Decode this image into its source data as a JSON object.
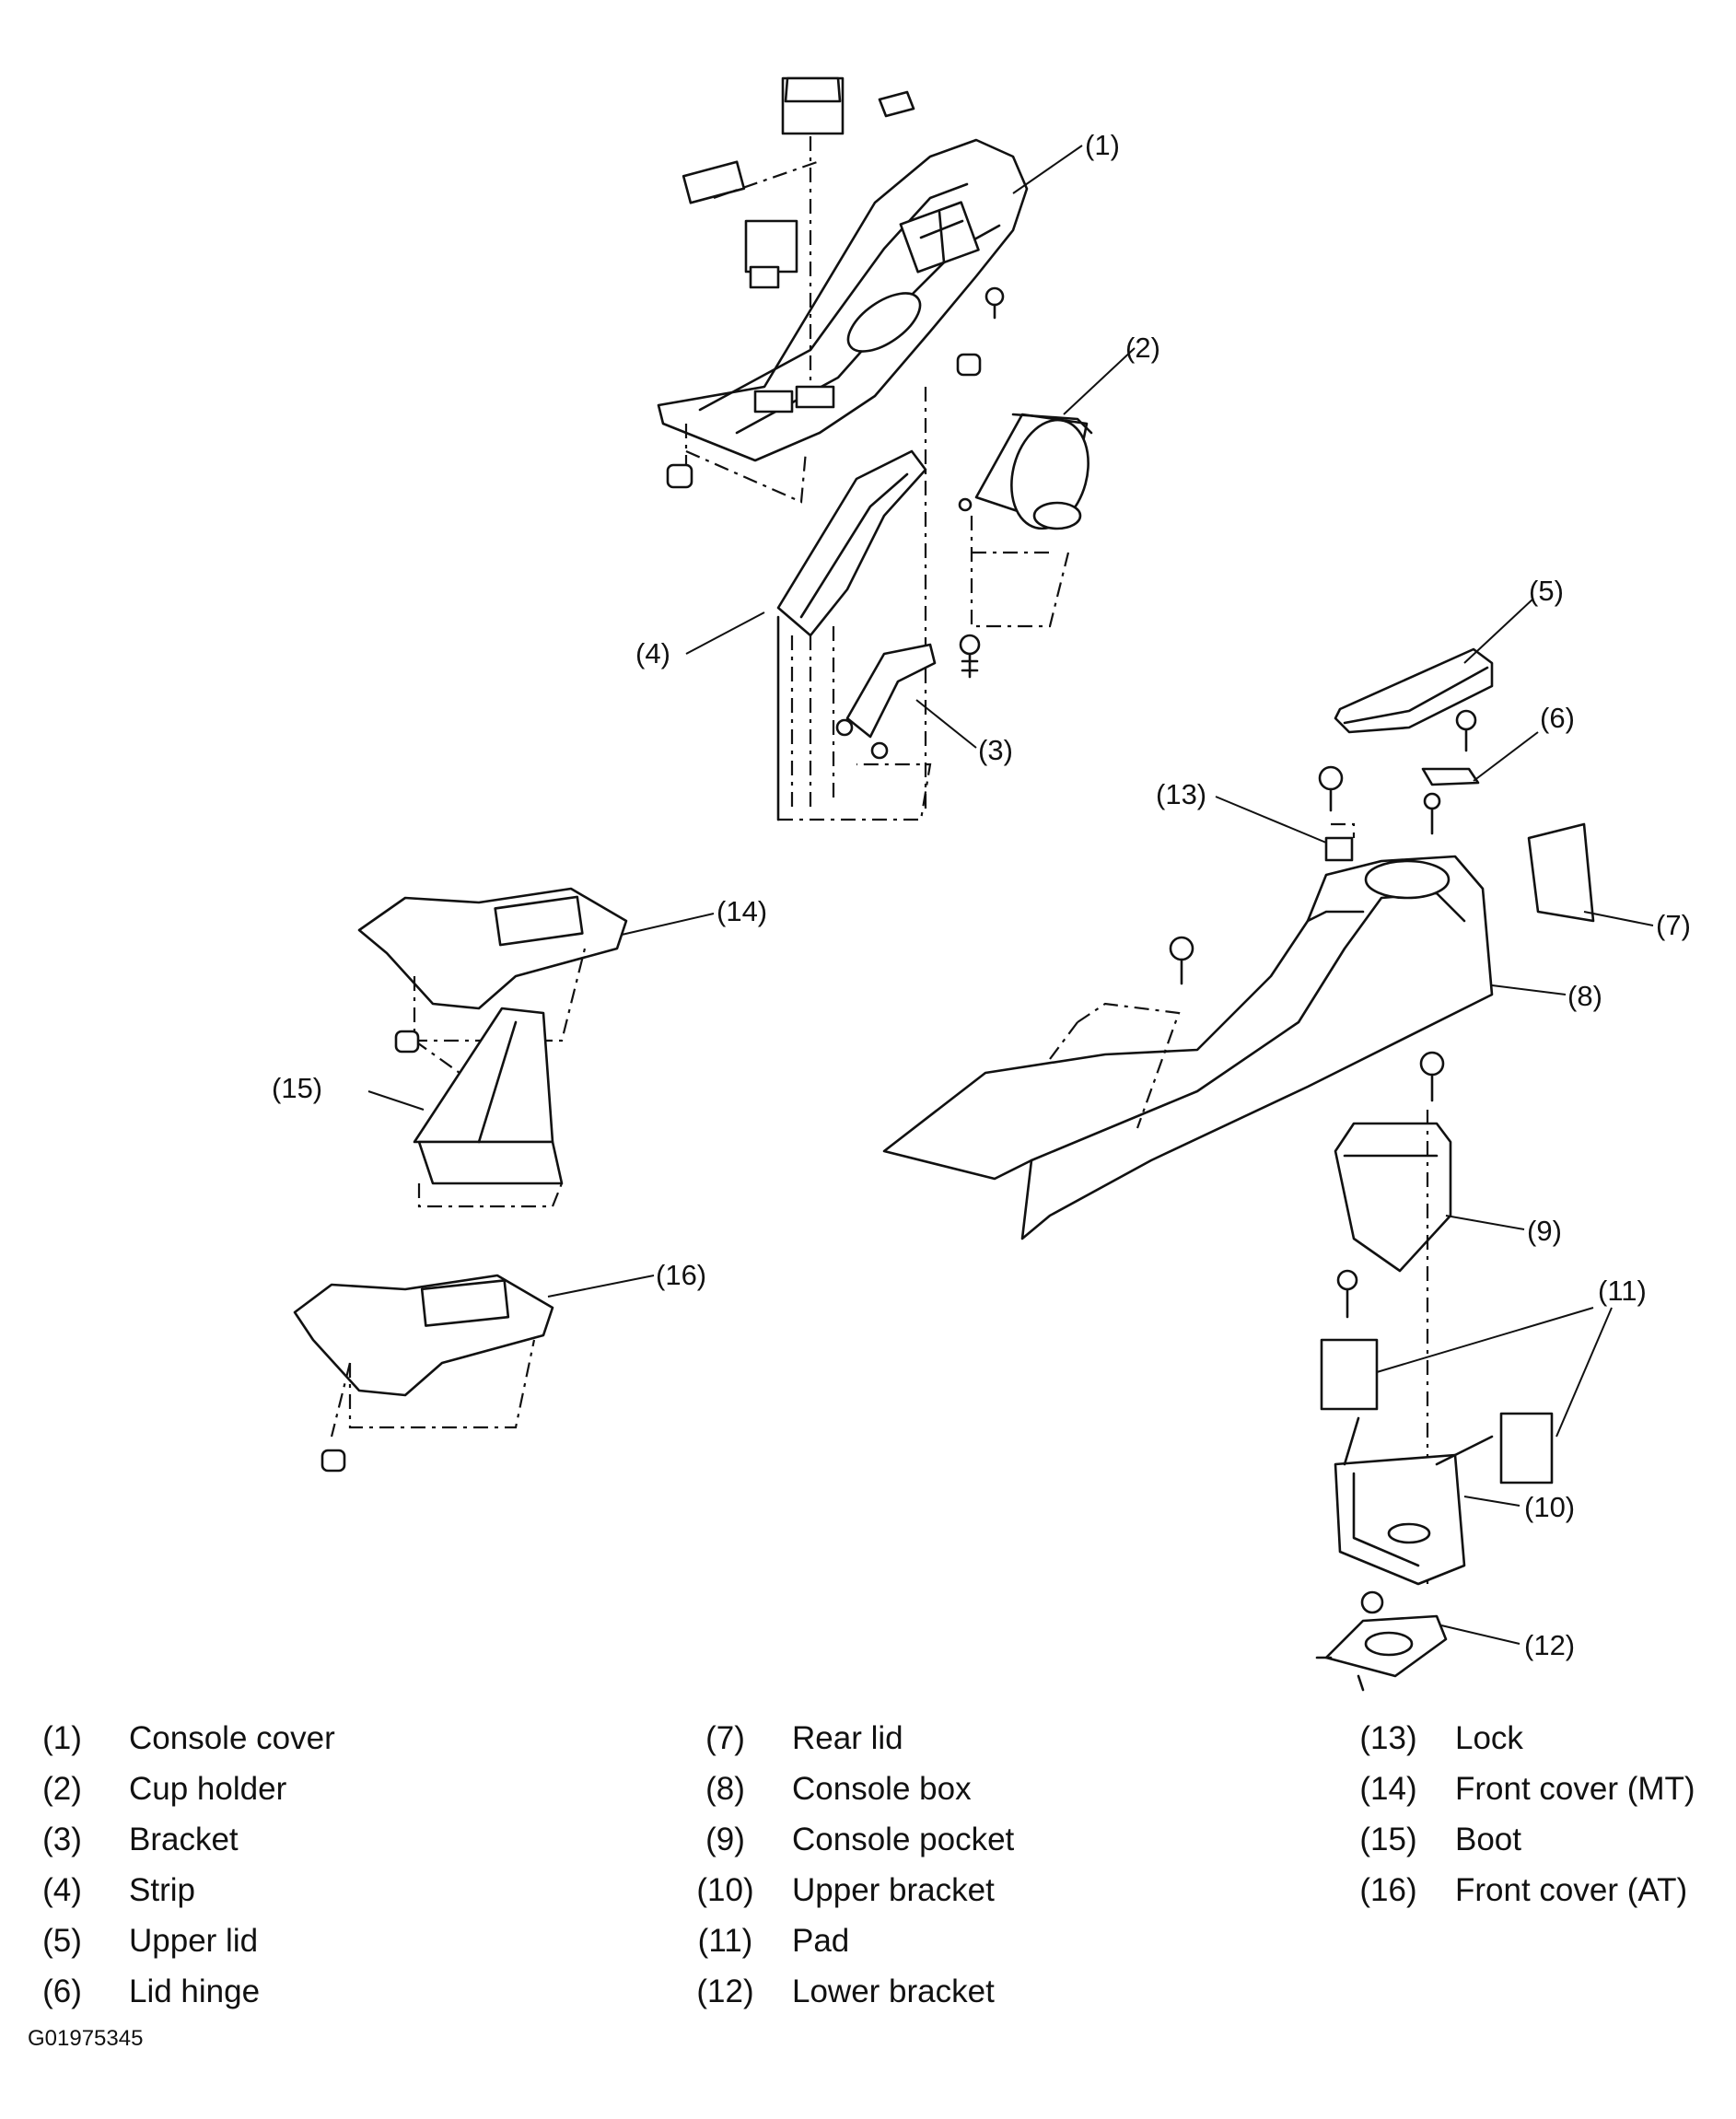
{
  "figure_id": "G01975345",
  "callouts": [
    "(1)",
    "(2)",
    "(3)",
    "(4)",
    "(5)",
    "(6)",
    "(7)",
    "(8)",
    "(9)",
    "(10)",
    "(11)",
    "(12)",
    "(13)",
    "(14)",
    "(15)",
    "(16)"
  ],
  "legend": [
    [
      {
        "num": "(1)",
        "name": "Console cover"
      },
      {
        "num": "(2)",
        "name": "Cup holder"
      },
      {
        "num": "(3)",
        "name": "Bracket"
      },
      {
        "num": "(4)",
        "name": "Strip"
      },
      {
        "num": "(5)",
        "name": "Upper lid"
      },
      {
        "num": "(6)",
        "name": "Lid hinge"
      }
    ],
    [
      {
        "num": "(7)",
        "name": "Rear lid"
      },
      {
        "num": "(8)",
        "name": "Console box"
      },
      {
        "num": "(9)",
        "name": "Console pocket"
      },
      {
        "num": "(10)",
        "name": "Upper bracket"
      },
      {
        "num": "(11)",
        "name": "Pad"
      },
      {
        "num": "(12)",
        "name": "Lower bracket"
      }
    ],
    [
      {
        "num": "(13)",
        "name": "Lock"
      },
      {
        "num": "(14)",
        "name": "Front cover (MT)"
      },
      {
        "num": "(15)",
        "name": "Boot"
      },
      {
        "num": "(16)",
        "name": "Front cover (AT)"
      }
    ]
  ]
}
